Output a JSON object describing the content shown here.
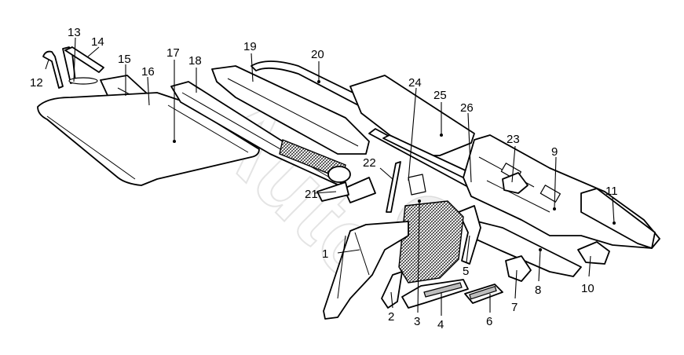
{
  "diagram": {
    "type": "exploded-parts-view",
    "callouts": [
      "1",
      "2",
      "3",
      "4",
      "5",
      "6",
      "7",
      "8",
      "9",
      "10",
      "11",
      "12",
      "13",
      "14",
      "15",
      "16",
      "17",
      "18",
      "19",
      "20",
      "21",
      "22",
      "23",
      "24",
      "25",
      "26"
    ],
    "watermark": "Autodoc"
  }
}
